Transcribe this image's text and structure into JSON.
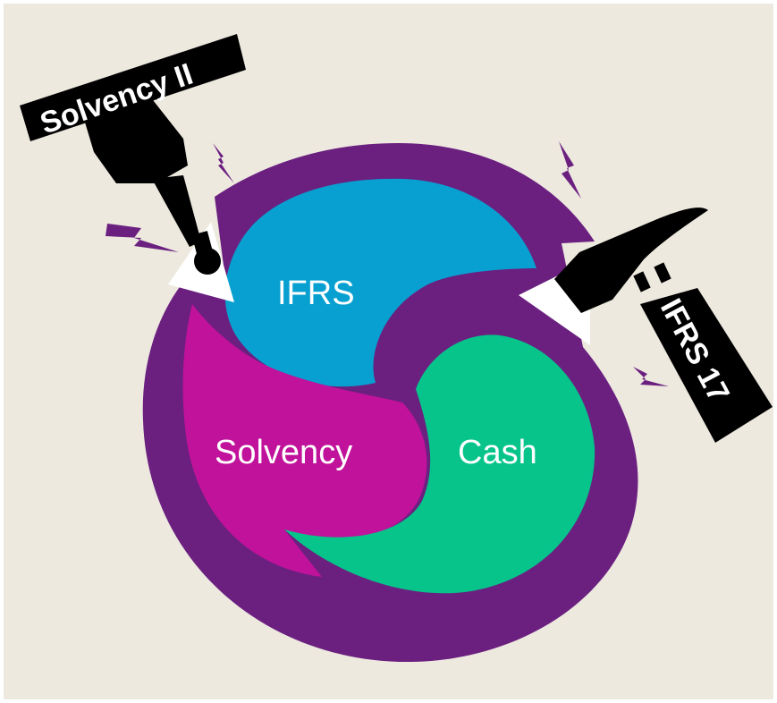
{
  "colors": {
    "background": "#ede9df",
    "ring": "#6b2080",
    "ifrs": "#08a0d0",
    "solvency": "#c0129a",
    "cash": "#06c48a",
    "tool": "#000000",
    "lightning": "#6b2080"
  },
  "segments": {
    "ifrs": {
      "label": "IFRS"
    },
    "solvency": {
      "label": "Solvency"
    },
    "cash": {
      "label": "Cash"
    }
  },
  "tools": {
    "jackhammer": {
      "label": "Solvency II",
      "icon": "jackhammer-icon"
    },
    "hammer": {
      "label": "IFRS 17",
      "icon": "hammer-icon"
    }
  }
}
